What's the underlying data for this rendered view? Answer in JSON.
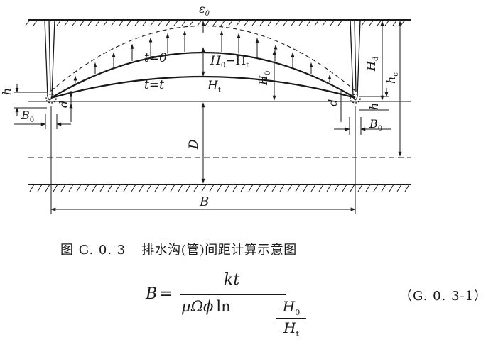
{
  "labels": {
    "epsilon": "ε",
    "epsilon_sub": "0",
    "t0": "t=0",
    "tt": "t=t",
    "h0_minus_ht": "H",
    "h0_minus_ht_sub1": "0",
    "h0_minus_ht_mid": "−H",
    "h0_minus_ht_sub2": "t",
    "ht": "H",
    "ht_sub": "t",
    "h0": "H",
    "h0_sub": "0",
    "hd": "H",
    "hd_sub": "d",
    "hc": "h",
    "hc_sub": "c",
    "h_left": "h",
    "h_right": "h",
    "d_left": "d",
    "d_right": "d",
    "b0_left": "B",
    "b0_left_sub": "0",
    "b0_right": "B",
    "b0_right_sub": "0",
    "D": "D",
    "B": "B"
  },
  "caption": {
    "figure_no": "图 G. 0. 3",
    "title": "排水沟(管)间距计算示意图"
  },
  "formula": {
    "lhs": "B",
    "eq": "=",
    "numerator": "kt",
    "denominator_prefix": "μΩϕ",
    "ln": "ln",
    "inner_num": "H",
    "inner_num_sub": "0",
    "inner_den": "H",
    "inner_den_sub": "t"
  },
  "equation_number": "（G. 0. 3-1）"
}
